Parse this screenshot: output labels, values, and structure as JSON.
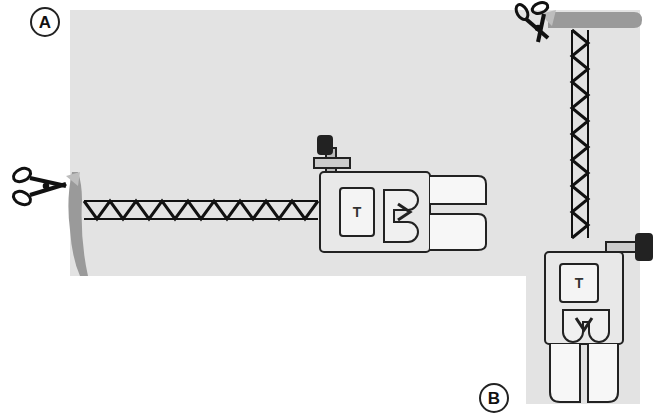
{
  "diagram": {
    "nodes": [
      {
        "text": [
          "A"
        ]
      },
      {
        "text": [
          "B"
        ]
      }
    ],
    "labels": [
      "T",
      "T"
    ]
  }
}
